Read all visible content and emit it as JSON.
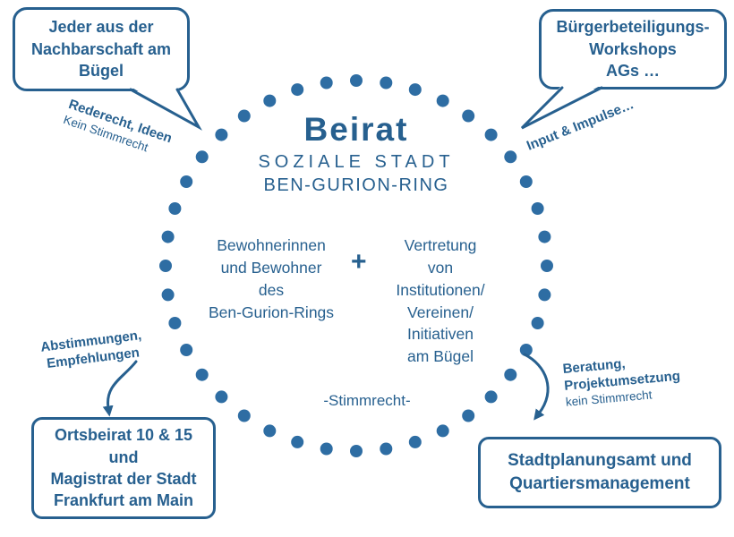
{
  "colors": {
    "accent": "#27608f",
    "dot": "#2e6da3"
  },
  "circle": {
    "title": "Beirat",
    "subtitle_line1": "SOZIALE STADT",
    "subtitle_line2": "BEN-GURION-RING",
    "left_group": "Bewohnerinnen\nund Bewohner\ndes\nBen-Gurion-Rings",
    "plus_sign": "+",
    "right_group": "Vertretung\nvon\nInstitutionen/\nVereinen/\nInitiativen\nam Bügel",
    "voting_note": "-Stimmrecht-"
  },
  "bubbles": {
    "top_left": "Jeder aus der\nNachbarschaft am\nBügel",
    "top_right": "Bürgerbeteiligungs-\nWorkshops\nAGs …"
  },
  "boxes": {
    "bottom_left": "Ortsbeirat 10 & 15\nund\nMagistrat der Stadt\nFrankfurt am Main",
    "bottom_right": "Stadtplanungsamt und\nQuartiersmanagement"
  },
  "labels": {
    "top_left_bold": "Rederecht, Ideen",
    "top_left_normal": "Kein Stimmrecht",
    "top_right_bold": "Input & Impulse…",
    "left_bold": "Abstimmungen,\nEmpfehlungen",
    "right_bold": "Beratung,\nProjektumsetzung",
    "right_normal": "kein Stimmrecht"
  }
}
